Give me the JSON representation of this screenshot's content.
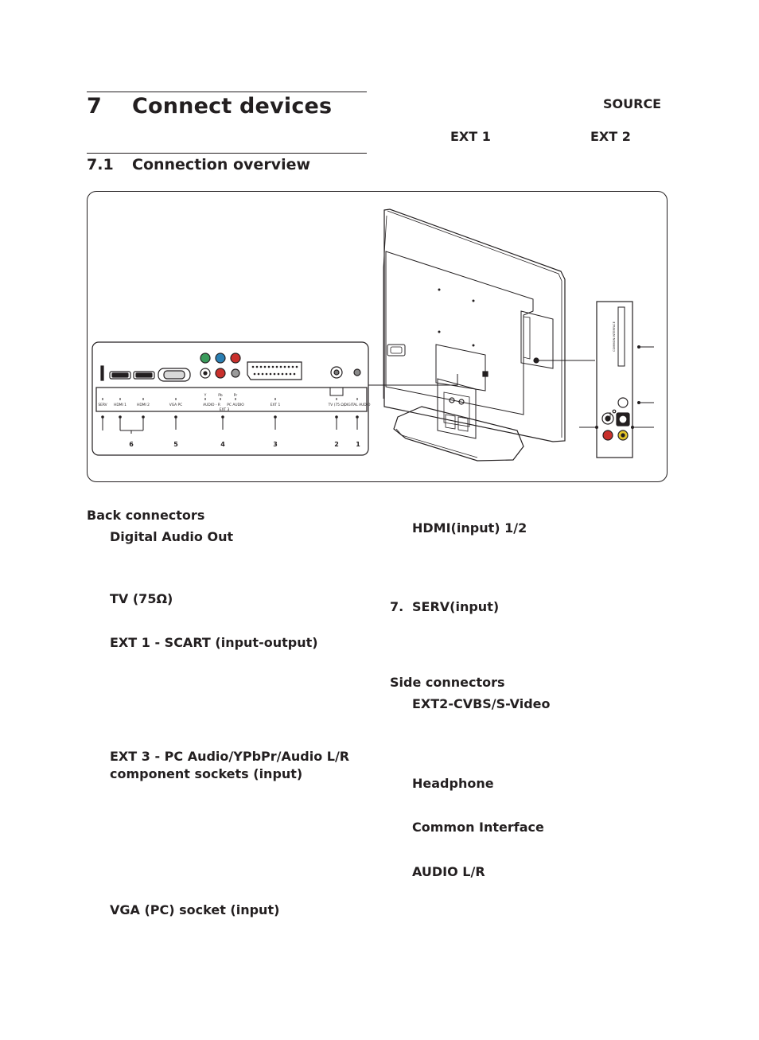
{
  "chapter": {
    "number": "7",
    "title": "Connect devices"
  },
  "section": {
    "number": "7.1",
    "title": "Connection overview"
  },
  "top_right": {
    "source": "SOURCE",
    "ext1": "EXT 1",
    "ext2": "EXT 2"
  },
  "figure": {
    "back_panel_labels": [
      "SERV",
      "HDMI 1",
      "HDMI 2",
      "VGA PC",
      "AUDIO - R",
      "PC AUDIO",
      "EXT 3",
      "EXT 1",
      "TV (75 Ω)",
      "DIGITAL AUDIO"
    ],
    "component_letters": [
      "Y",
      "Pb",
      "Pr"
    ],
    "callout_numbers": [
      "6",
      "5",
      "4",
      "3",
      "2",
      "1"
    ],
    "side_panel_label": "COMMON INTERFACE"
  },
  "left_column": {
    "back_heading": "Back connectors",
    "items": [
      "Digital Audio Out",
      "TV (75Ω)",
      "EXT 1 - SCART (input-output)",
      "EXT 3 - PC Audio/YPbPr/Audio L/R",
      "component sockets (input)",
      "VGA (PC) socket (input)"
    ]
  },
  "right_column": {
    "hdmi": "HDMI(input) 1/2",
    "serv_number": "7.",
    "serv": "SERV(input)",
    "side_heading": "Side connectors",
    "items": [
      "EXT2-CVBS/S-Video",
      "Headphone",
      "Common Interface",
      "AUDIO L/R"
    ]
  }
}
